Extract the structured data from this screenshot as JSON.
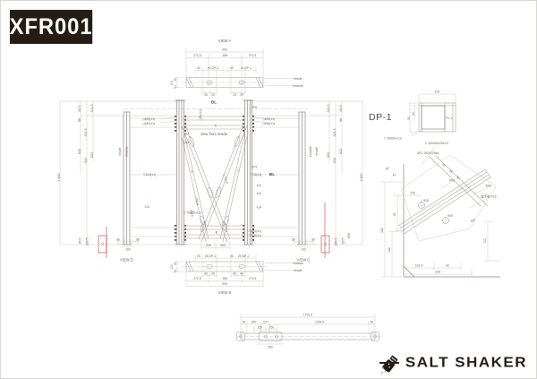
{
  "logo": {
    "text": "XFR001"
  },
  "brand": {
    "name": "SALT SHAKER"
  },
  "colors": {
    "red": "#c13b3b",
    "ink": "#6e635c",
    "line": "#a89e97",
    "dark": "#251c15"
  },
  "view_a": {
    "title": "VIEW A",
    "total": "993",
    "seg1": "271.5",
    "seg2": "450",
    "seg3": "271.5",
    "b1": "40",
    "b2": "40 DP-1",
    "b3": "40",
    "b4": "40 DP-1",
    "h1": "50",
    "h2": "100",
    "h3": "50",
    "p1": "25",
    "p2": "25",
    "p3": "25",
    "p4": "25",
    "inside": "Inside",
    "outside": "Outside"
  },
  "view_b": {
    "title": "VIEW B",
    "total": "993",
    "seg1": "271.5",
    "seg2": "450",
    "seg3": "271.5",
    "t1": "25",
    "t2": "25 DP-1",
    "t3": "25",
    "t4": "25 DP-1",
    "b1": "40",
    "b2": "40",
    "b3": "40",
    "b4": "40",
    "h1": "50",
    "h2": "100",
    "h3": "50",
    "outside": "Outside",
    "inside": "Inside"
  },
  "elev": {
    "bl": "BL",
    "bl_datum": "△BL(±1)",
    "note": "view from inside",
    "a": "A",
    "b": "B",
    "c": "C",
    "d": "D",
    "fp6": "FP6",
    "fp3": "FP3",
    "lv890": "△890(±1)",
    "lv830": "△830(±1)",
    "lv131": "▽131(±1)",
    "lv13": "▽13(±1)",
    "lv1354": "▽1354(±1)",
    "lv1318": "▽1318(±1)",
    "t14": "-t14",
    "member": "C-50x50x2.3",
    "len1": "1,701.6",
    "len2": "700.6",
    "d200": "200",
    "d81_5": "81.5",
    "d321_5": "321.5",
    "d80": "80",
    "d843": "843",
    "d833": "833",
    "d633": "633",
    "total_h": "1,900",
    "d35_5": "35.5",
    "d295_5": "295.5",
    "boxed": "70",
    "d600": "600",
    "base1": "50",
    "base2": "100",
    "base3": "50",
    "inside": "Inside",
    "outside": "Outside",
    "view_c": "VIEW C",
    "view_d": "VIEW D"
  },
  "dp1": {
    "title": "DP-1",
    "w": "100",
    "plate": "PL-4",
    "tube": "C-50x50x2.3",
    "channel": "C-100x50x20x2.0",
    "d50": "50",
    "d20": "20"
  },
  "gusset": {
    "plate": "GPL-262x226x6",
    "m16": "M16",
    "hole": "Φ20",
    "handle": "取手板 PL6",
    "w": "226",
    "w1": "102.5",
    "w2": "92",
    "h242": "242",
    "d50": "50",
    "d142": "142",
    "d102": "102",
    "diag": "302",
    "d100": "100",
    "s30": "30",
    "s35": "35",
    "s50": "50",
    "s40": "40",
    "s41": "41"
  },
  "strip": {
    "total": "1701.6",
    "s1": "81",
    "s2": "300",
    "s3": "120",
    "s4": "1158.6",
    "s5": "81",
    "m1": "150",
    "m2": "150",
    "d250": "250"
  }
}
